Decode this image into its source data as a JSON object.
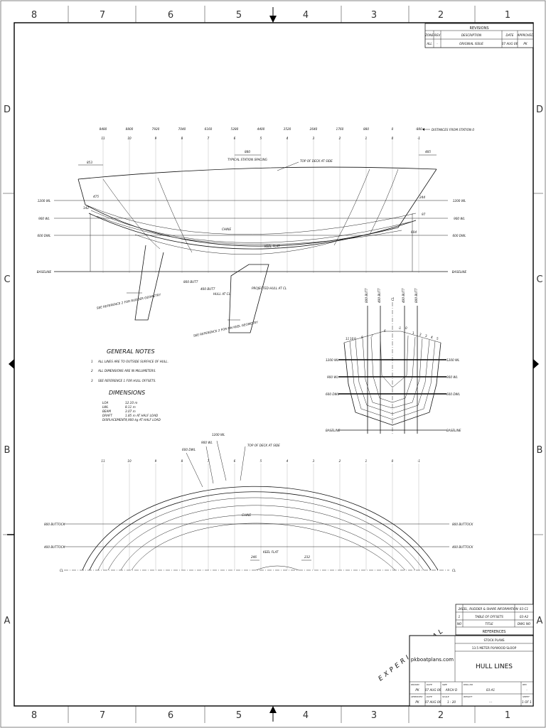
{
  "frame": {
    "columns": [
      "8",
      "7",
      "6",
      "5",
      "4",
      "3",
      "2",
      "1"
    ],
    "rows": [
      "D",
      "C",
      "B",
      "A"
    ]
  },
  "revisions": {
    "title": "REVISIONS",
    "headers": [
      "ZONE",
      "REV",
      "DESCRIPTION",
      "DATE",
      "APPROVED"
    ],
    "row": [
      "ALL",
      "-",
      "ORIGINAL ISSUE",
      "07 AUG 06",
      "PK"
    ]
  },
  "profile": {
    "distances": [
      "8480",
      "8800",
      "7920",
      "7040",
      "6160",
      "5280",
      "4400",
      "3520",
      "2640",
      "1760",
      "880",
      "0",
      "-880"
    ],
    "station_numbers": [
      "11",
      "10",
      "9",
      "8",
      "7",
      "6",
      "5",
      "4",
      "3",
      "2",
      "1",
      "0",
      "-1"
    ],
    "distances_note": "DISTANCES FROM STATION 0",
    "top_of_deck": "TOP OF DECK AT SIDE",
    "station_spacing_value": "880",
    "station_spacing_note": "TYPICAL STATION SPACING",
    "dim_853": "853",
    "dim_485": "485",
    "dim_475": "475",
    "dim_142": "142",
    "dim_244": "244",
    "dim_97": "97",
    "dim_604": "604",
    "wl_labels_left": [
      "1200 WL",
      "900 WL",
      "600 DWL",
      "BASELINE"
    ],
    "wl_labels_right": [
      "1200 WL",
      "900 WL",
      "600 DWL",
      "BASELINE"
    ],
    "chine": "CHINE",
    "keel_flat": "KEEL FLAT",
    "butt_800": "800 BUTT",
    "butt_400": "400 BUTT",
    "hull_at_cl": "HULL AT CL",
    "projected_hull": "PROJECTED HULL AT CL",
    "rudder_ref": "SEE REFERENCE 2 FOR RUDDER GEOMETRY",
    "fin_ref": "SEE REFERENCE 2 FOR FIN KEEL GEOMETRY"
  },
  "notes": {
    "title": "GENERAL NOTES",
    "items": [
      {
        "n": "1",
        "text": "ALL LINES ARE TO OUTSIDE SURFACE OF HULL."
      },
      {
        "n": "2",
        "text": "ALL DIMENSIONS ARE IN MILLIMETERS."
      },
      {
        "n": "3",
        "text": "SEE REFERENCE 1 FOR HULL OFFSETS."
      }
    ]
  },
  "dimensions": {
    "title": "DIMENSIONS",
    "rows": [
      {
        "k": "LOA",
        "v": "12.10 m"
      },
      {
        "k": "LWL",
        "v": "8.11 m"
      },
      {
        "k": "BEAM",
        "v": "3.07 m"
      },
      {
        "k": "DRAFT",
        "v": "1.85 m AT HALF LOAD"
      },
      {
        "k": "DISPLACEMENT",
        "v": "4,900 kg AT HALF LOAD"
      }
    ]
  },
  "body_plan": {
    "butt_labels": [
      "800 BUTT",
      "400 BUTT",
      "CL",
      "400 BUTT",
      "800 BUTT"
    ],
    "station_left": [
      "11",
      "10",
      "9",
      "8",
      "7",
      "6"
    ],
    "station_right": [
      "-1",
      "0",
      "1",
      "2",
      "3",
      "4",
      "5"
    ],
    "wl_left": [
      "1200 WL",
      "900 WL",
      "600 DWL",
      "BASELINE"
    ],
    "wl_right": [
      "1200 WL",
      "900 WL",
      "600 DWL",
      "BASELINE"
    ]
  },
  "plan_view": {
    "wl_1200": "1200 WL",
    "wl_900": "900 WL",
    "dwl_600": "600 DWL",
    "top_of_deck": "TOP OF DECK AT SIDE",
    "station_numbers": [
      "11",
      "10",
      "9",
      "8",
      "7",
      "6",
      "5",
      "4",
      "3",
      "2",
      "1",
      "0",
      "-1"
    ],
    "chine": "CHINE",
    "butt_800": "800 BUTTOCK",
    "butt_400": "400 BUTTOCK",
    "cl": "CL",
    "keel_flat": "KEEL FLAT",
    "dim_246": "246",
    "dim_232": "232"
  },
  "references": {
    "title": "REFERENCES",
    "rows": [
      {
        "n": "2",
        "desc": "KEEL, RUDDER & SHAPE INFORMATION",
        "id": "03-C1"
      },
      {
        "n": "1",
        "desc": "TABLE OF OFFSETS",
        "id": "03-A2"
      },
      {
        "n": "NO",
        "desc": "TITLE",
        "id": "DWG NO"
      }
    ]
  },
  "title_block": {
    "watermark": "EXPERIMENTAL",
    "company": "pkboatplans.com",
    "category": "STOCK PLANS",
    "project": "13.5 METER PLYWOOD SLOOP",
    "title": "HULL LINES",
    "row1": [
      {
        "label": "DRAWN",
        "value": "PK"
      },
      {
        "label": "DATE",
        "value": "07 AUG 06"
      },
      {
        "label": "SIZE",
        "value": "ARCH D"
      },
      {
        "label": "DWG NO",
        "value": "03-A1"
      },
      {
        "label": "REV",
        "value": "-"
      }
    ],
    "row2": [
      {
        "label": "APPROVED",
        "value": "PK"
      },
      {
        "label": "DATE",
        "value": "07 AUG 06"
      },
      {
        "label": "SCALE",
        "value": "1 : 20"
      },
      {
        "label": "WEIGHT",
        "value": "---"
      },
      {
        "label": "SHEET",
        "value": "1 OF 1"
      }
    ]
  }
}
